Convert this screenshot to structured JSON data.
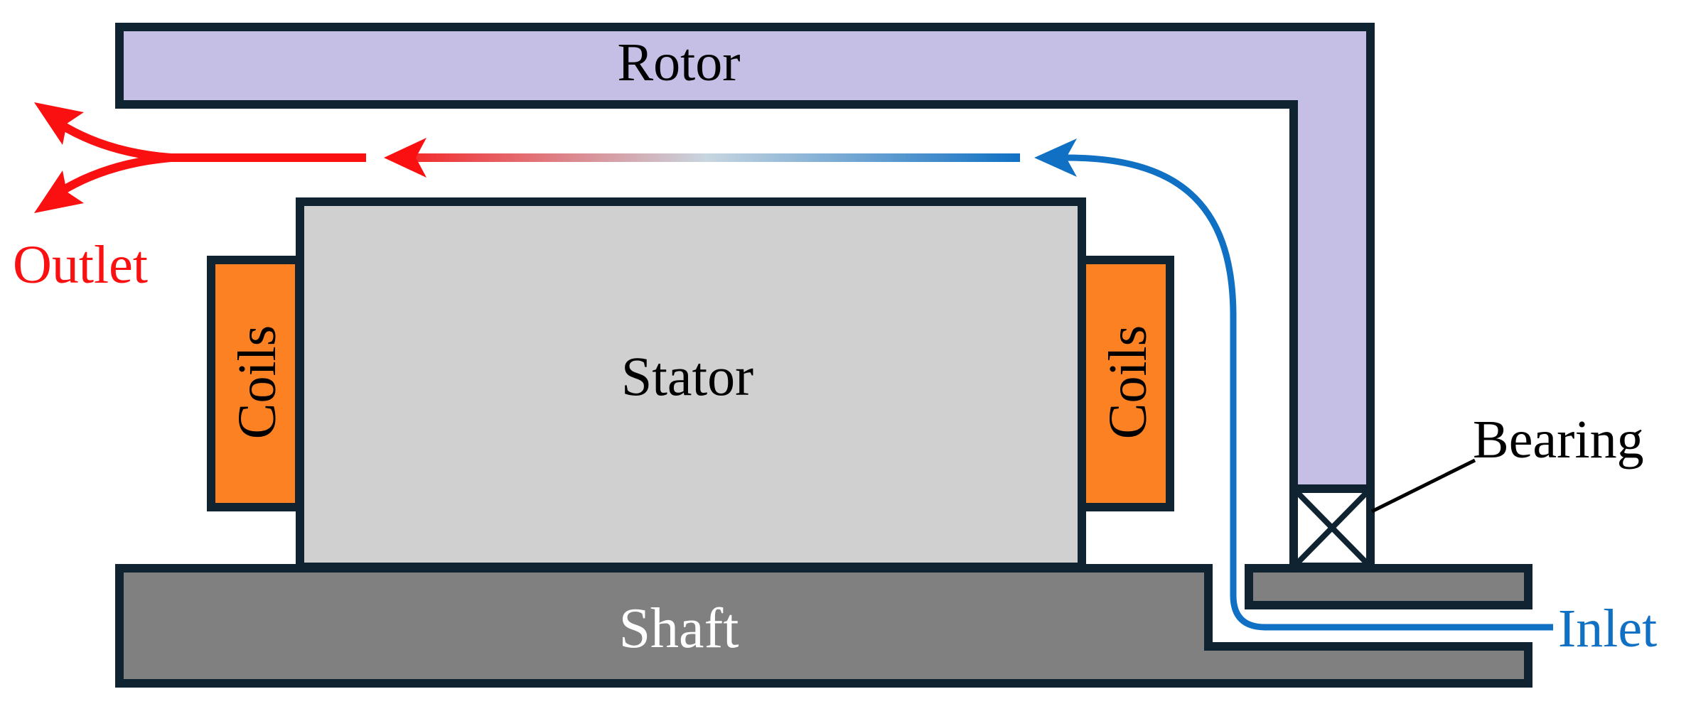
{
  "labels": {
    "rotor": "Rotor",
    "stator": "Stator",
    "shaft": "Shaft",
    "coils_left": "Coils",
    "coils_right": "Coils",
    "bearing": "Bearing",
    "inlet": "Inlet",
    "outlet": "Outlet"
  },
  "colors": {
    "rotor_fill": "#c5bfe5",
    "stator_fill": "#d0d0d0",
    "shaft_fill": "#808080",
    "coil_fill": "#fb8123",
    "outline": "#0f2430",
    "inlet_flow": "#1070c4",
    "outlet_flow": "#fa1010",
    "gradient_mid": "#c8d6e0"
  }
}
